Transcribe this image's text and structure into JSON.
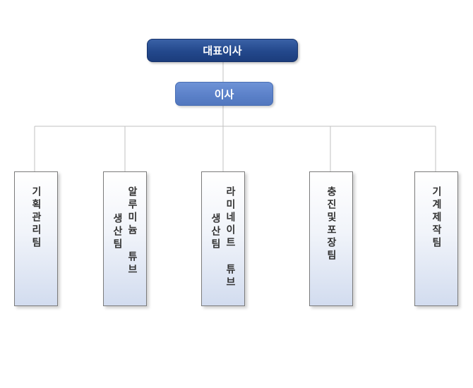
{
  "org_chart": {
    "ceo": "대표이사",
    "director": "이사",
    "teams": [
      {
        "lines": [
          "기획관리팀"
        ]
      },
      {
        "lines": [
          "알루미늄 튜브",
          "생산팀"
        ]
      },
      {
        "lines": [
          "라미네이트 튜브",
          "생산팀"
        ]
      },
      {
        "lines": [
          "충진및포장팀"
        ]
      },
      {
        "lines": [
          "기계제작팀"
        ]
      }
    ]
  }
}
